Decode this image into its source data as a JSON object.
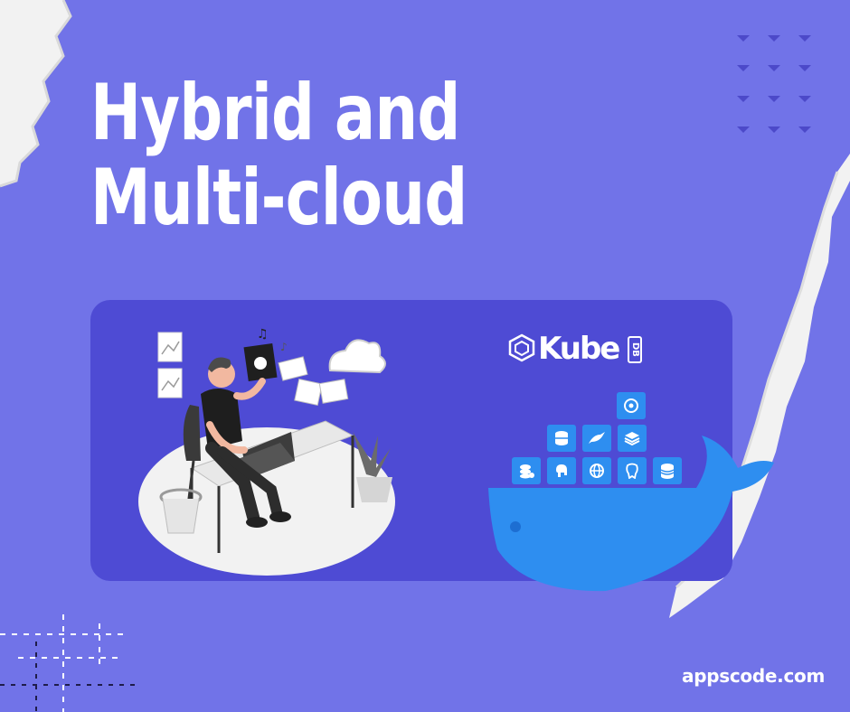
{
  "headline": {
    "line1": "Hybrid and",
    "line2": "Multi-cloud"
  },
  "logo": {
    "text": "Kube",
    "badge": "DB"
  },
  "footer": {
    "website": "appscode.com"
  },
  "colors": {
    "background": "#7173e8",
    "panel": "#4e4bd4",
    "whale": "#2e8ef0",
    "text": "#ffffff"
  },
  "icons": {
    "logo_mark": "kubedb-cube-icon",
    "containers": [
      "database-cube-icon",
      "mysql-dolphin-icon",
      "stack-layers-icon",
      "redis-icon",
      "elephant-icon",
      "globe-icon",
      "postgres-icon",
      "db-cylinder-icon",
      "target-icon"
    ]
  }
}
